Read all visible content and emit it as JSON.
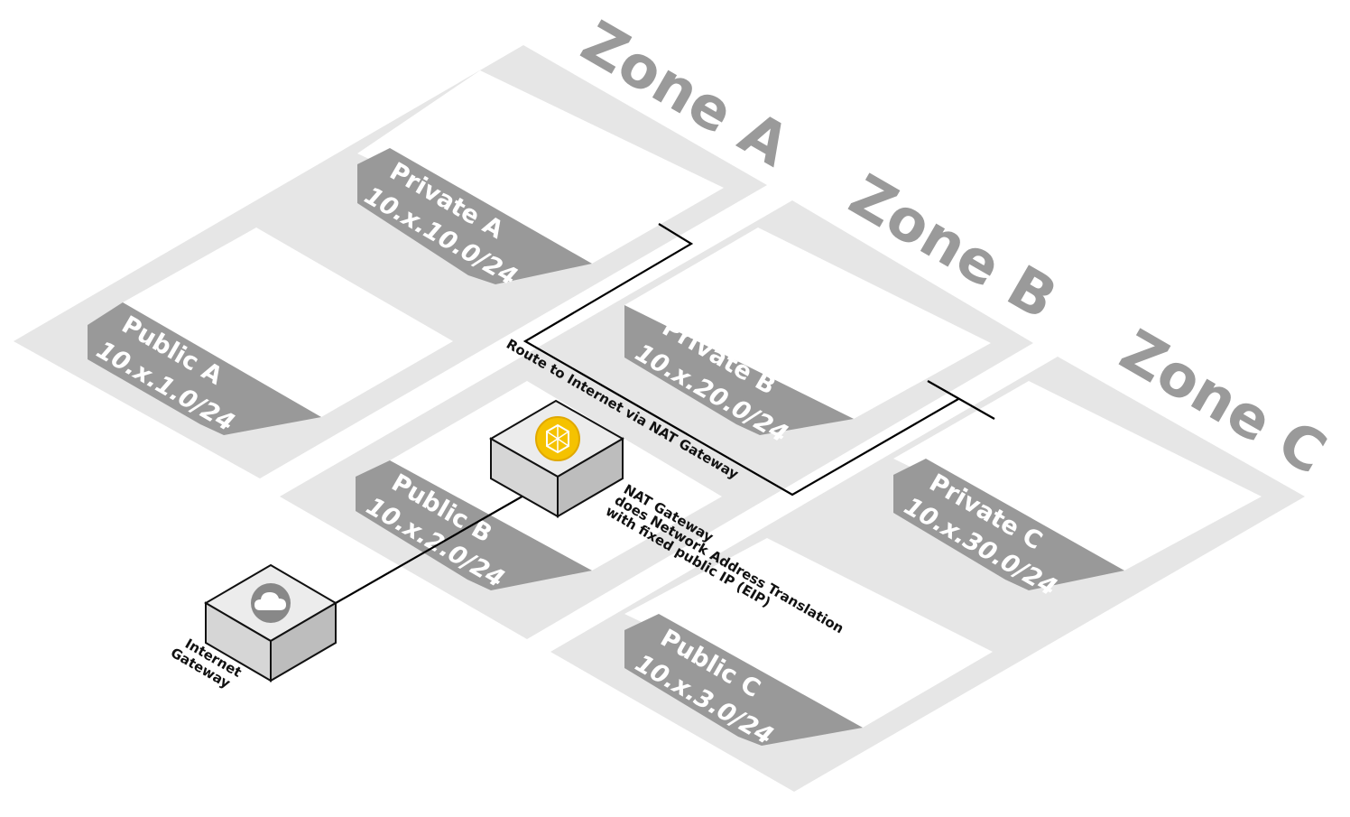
{
  "zones": [
    {
      "id": "a",
      "label": "Zone A"
    },
    {
      "id": "b",
      "label": "Zone B"
    },
    {
      "id": "c",
      "label": "Zone C"
    }
  ],
  "subnets": {
    "private_a": {
      "name": "Private A",
      "cidr": "10.x.10.0/24"
    },
    "public_a": {
      "name": "Public A",
      "cidr": "10.x.1.0/24"
    },
    "private_b": {
      "name": "Private B",
      "cidr": "10.x.20.0/24"
    },
    "public_b": {
      "name": "Public B",
      "cidr": "10.x.2.0/24"
    },
    "private_c": {
      "name": "Private C",
      "cidr": "10.x.30.0/24"
    },
    "public_c": {
      "name": "Public C",
      "cidr": "10.x.3.0/24"
    }
  },
  "route_label": "Route to Internet via NAT Gateway",
  "nat_gateway": {
    "icon": "nat-gateway-icon",
    "description": [
      "NAT Gateway",
      "does Network Address Translation",
      "with fixed public IP (EIP)"
    ]
  },
  "internet_gateway": {
    "icon": "cloud-icon",
    "label": [
      "Internet",
      "Gateway"
    ]
  },
  "colors": {
    "zone_background": "#e6e6e6",
    "subnet_tab": "#999999",
    "zone_label": "#9a9a9a",
    "nat_accent": "#f5c200"
  }
}
